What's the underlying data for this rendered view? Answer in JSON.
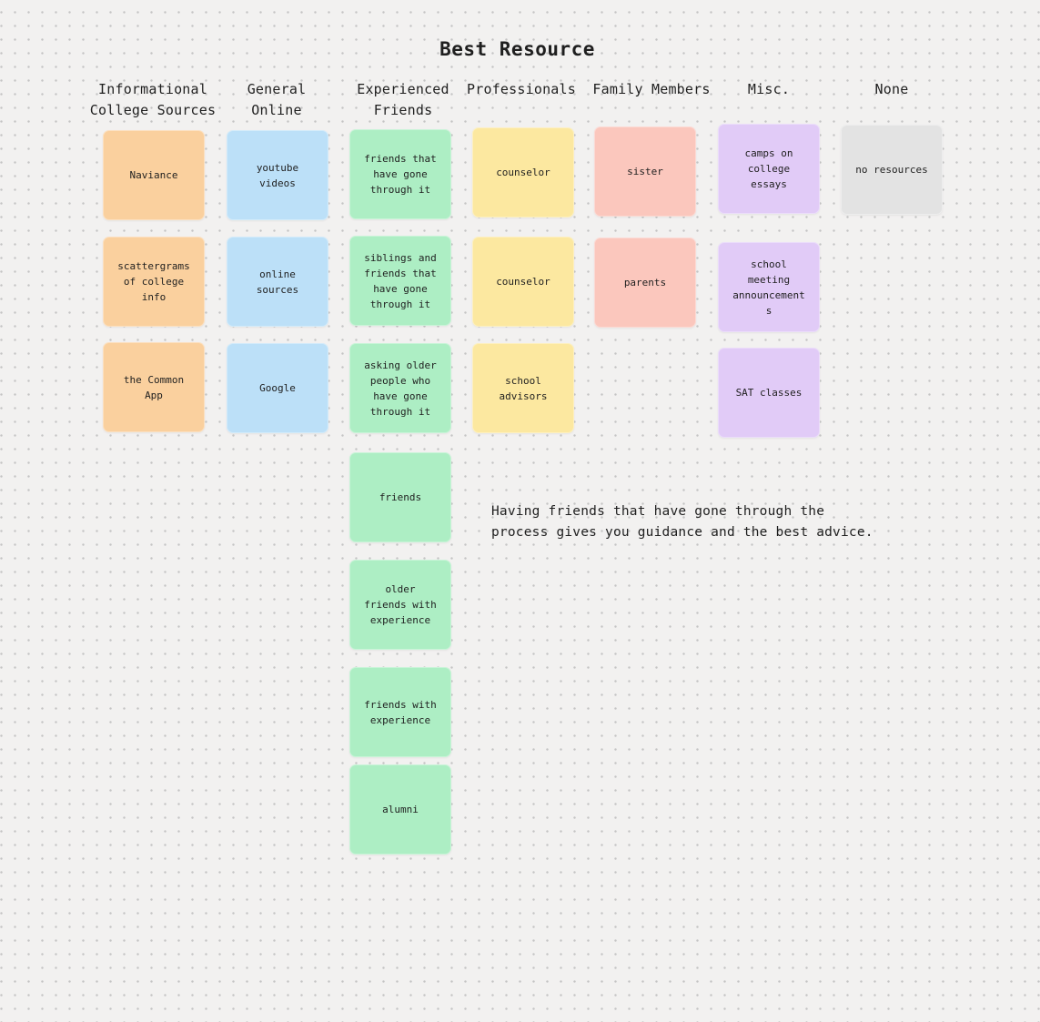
{
  "title": "Best Resource",
  "annotation": "Having friends that have gone through the process gives you guidance and the best advice.",
  "canvas": {
    "background_color": "#F2F1F0",
    "dot_color": "#C4C4C4",
    "text_color": "#1F1F1F"
  },
  "columns": [
    {
      "header": "Informational College Sources",
      "note_color": "#FAD09E",
      "notes": [
        "Naviance",
        "scattergrams of college info",
        "the Common App"
      ]
    },
    {
      "header": "General Online",
      "note_color": "#BCE0F8",
      "notes": [
        "youtube videos",
        "online sources",
        "Google"
      ]
    },
    {
      "header": "Experienced Friends",
      "note_color": "#ADEEC4",
      "notes": [
        "friends that have gone through it",
        "siblings and friends that have gone through it",
        "asking older people who have gone through it",
        "friends",
        "older friends with experience",
        "friends with experience",
        "alumni"
      ]
    },
    {
      "header": "Professionals",
      "note_color": "#FCE8A0",
      "notes": [
        "counselor",
        "counselor",
        "school advisors"
      ]
    },
    {
      "header": "Family Members",
      "note_color": "#FBC7BD",
      "notes": [
        "sister",
        "parents"
      ]
    },
    {
      "header": "Misc.",
      "note_color": "#E1CBF7",
      "notes": [
        "camps on college essays",
        "school meeting announcements",
        "SAT classes"
      ]
    },
    {
      "header": "None",
      "note_color": "#E3E3E3",
      "notes": [
        "no resources"
      ]
    }
  ]
}
